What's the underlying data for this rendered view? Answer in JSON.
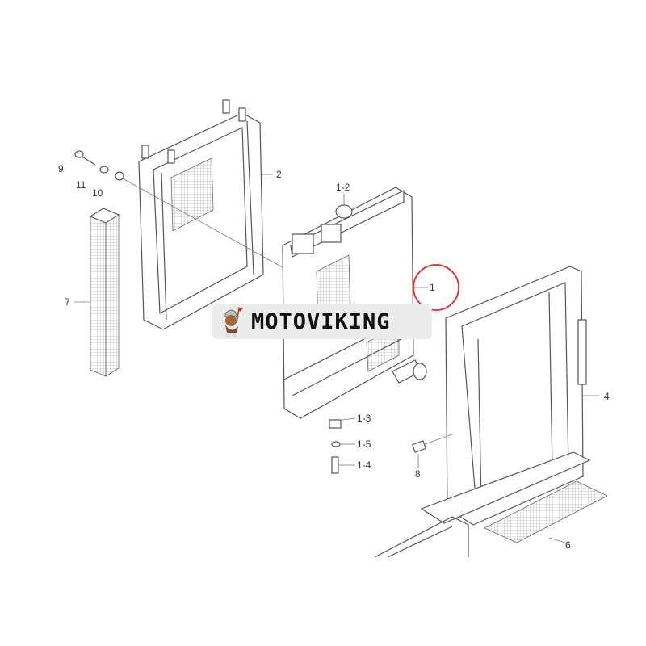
{
  "logo": {
    "text": "MOTOVIKING"
  },
  "callouts": {
    "c9": "9",
    "c11": "11",
    "c10": "10",
    "c2": "2",
    "c7": "7",
    "c1_2": "1-2",
    "c1": "1",
    "c4": "4",
    "c1_3": "1-3",
    "c1_5": "1-5",
    "c1_4": "1-4",
    "c8": "8",
    "c6": "6"
  },
  "colors": {
    "highlight_circle": "#e53935",
    "line": "#555555"
  }
}
